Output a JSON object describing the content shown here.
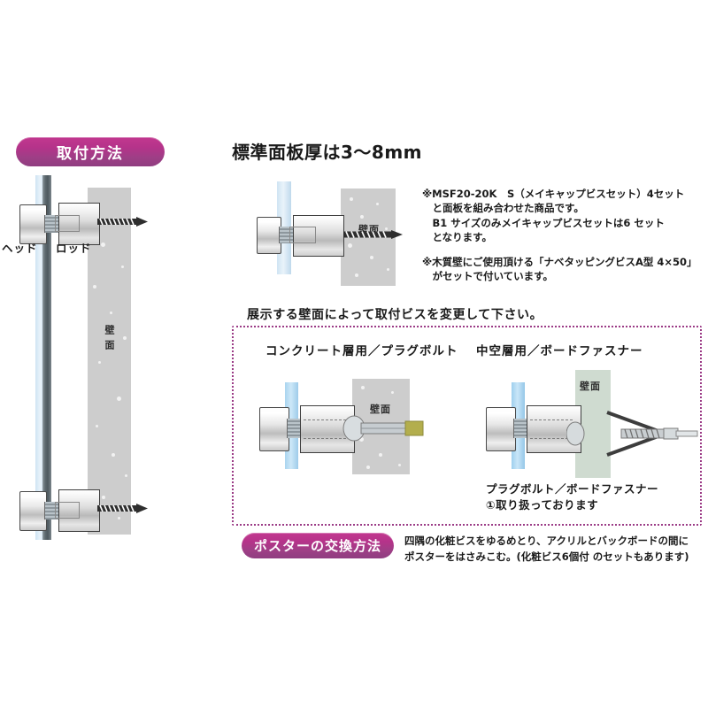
{
  "badges": {
    "install": "取付方法",
    "replace": "ポスターの交換方法"
  },
  "headings": {
    "panel_thickness": "標準面板厚は3〜8mm",
    "variant_instruction": "展示する壁面によって取付ビスを変更して下さい。"
  },
  "labels": {
    "head": "ヘッド",
    "rod": "ロッド",
    "wall": "壁面",
    "concrete": "コンクリート層用／プラグボルト",
    "hollow": "中空層用／ボードファスナー"
  },
  "notes": {
    "note1": "※MSF20-20K　S（メイキャップビスセット）4セット\n　と面板を組み合わせた商品です。\n　B1 サイズのみメイキャップビスセットは6 セット\n　となります。",
    "note2": "※木質壁にご使用頂ける「ナベタッピングビスA型 4×50」\n　がセットで付いています。",
    "note3": "プラグボルト／ボードファスナー\n①取り扱っております",
    "note4": "四隅の化粧ビスをゆるめとり、アクリルとバックボードの間に\nポスターをはさみこむ。(化粧ビス6個付 のセットもあります)"
  },
  "colors": {
    "badge": "#b5338a",
    "dashed_border": "#9b3b86",
    "wall": "#cdcdcd",
    "wall_hollow": "#cfdbd0",
    "panel": "#cfe4f3",
    "plug": "#b3ae4d"
  }
}
